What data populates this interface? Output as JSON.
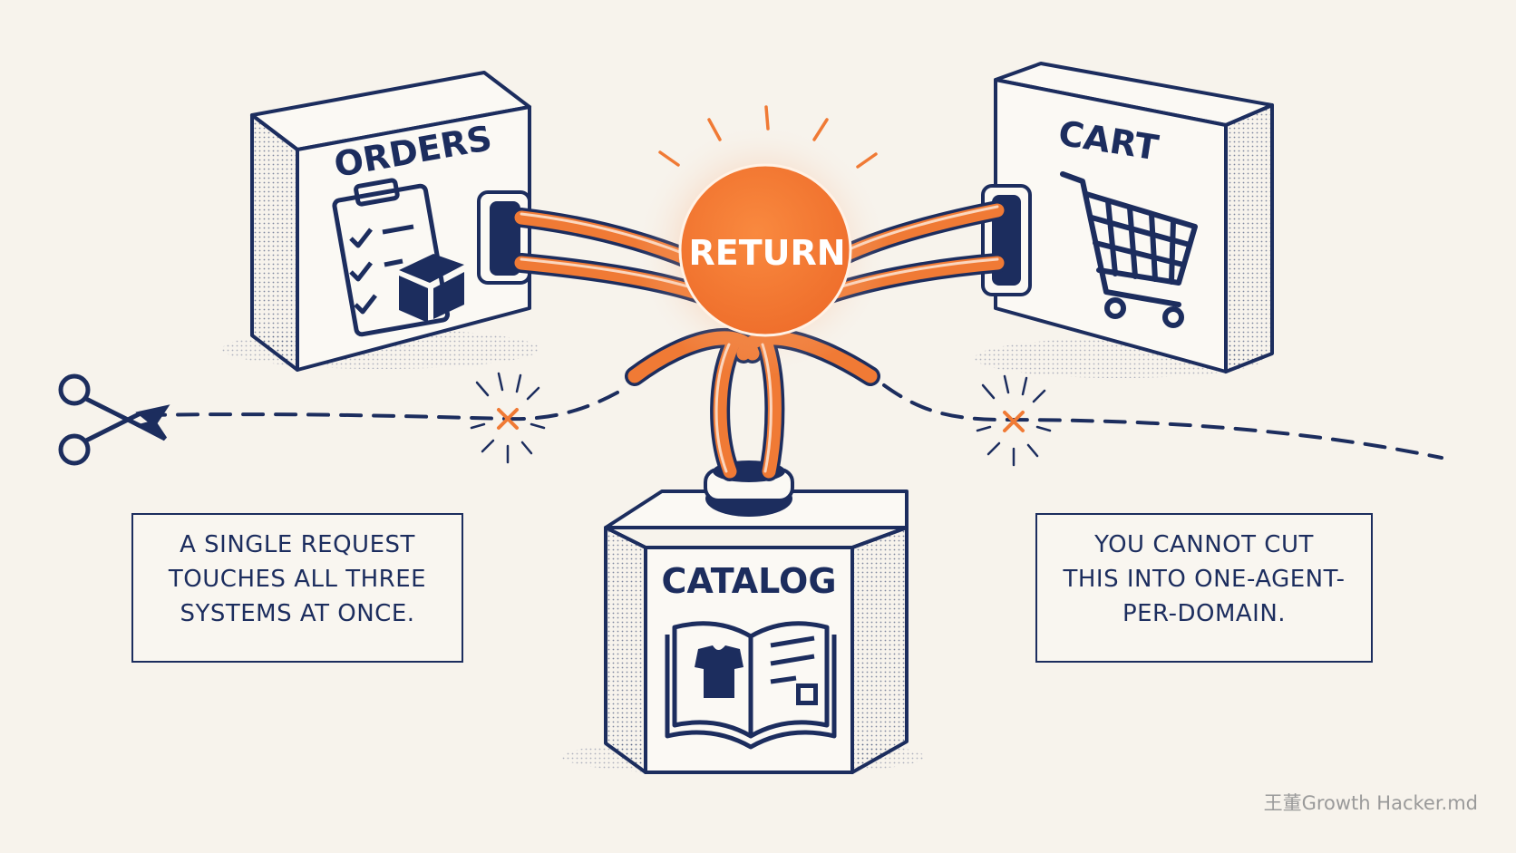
{
  "nodes": {
    "orders": "ORDERS",
    "cart": "CART",
    "catalog": "CATALOG",
    "hub": "RETURN"
  },
  "callouts": {
    "left": [
      "A SINGLE REQUEST",
      "TOUCHES ALL THREE",
      "SYSTEMS AT ONCE."
    ],
    "right": [
      "YOU CANNOT CUT",
      "THIS INTO ONE-AGENT-",
      "PER-DOMAIN."
    ]
  },
  "watermark": "王董Growth Hacker.md",
  "icons": [
    "clipboard-icon",
    "package-icon",
    "shopping-cart-icon",
    "open-book-icon",
    "t-shirt-icon",
    "scissors-icon",
    "cut-mark-icon"
  ],
  "colors": {
    "navy": "#1c2d5e",
    "orange": "#f07a35",
    "background": "#f7f3ec"
  }
}
